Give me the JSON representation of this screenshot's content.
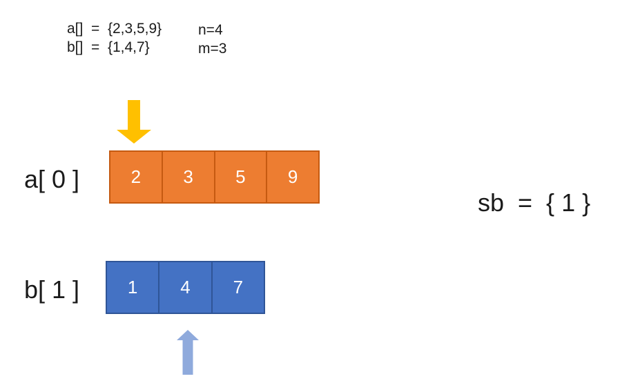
{
  "header": {
    "line1": {
      "decl": "a[]  =  {2,3,5,9}",
      "size": "n=4"
    },
    "line2": {
      "decl": "b[]  =  {1,4,7}",
      "size": "m=3"
    }
  },
  "array_a": {
    "label": "a[ 0 ]",
    "values": [
      "2",
      "3",
      "5",
      "9"
    ],
    "fill_color": "#ED7D31",
    "border_color": "#C55A11",
    "pointer": {
      "direction": "down",
      "color": "#FFC000",
      "points_to_index": 0
    }
  },
  "array_b": {
    "label": "b[ 1 ]",
    "values": [
      "1",
      "4",
      "7"
    ],
    "fill_color": "#4472C4",
    "border_color": "#2F5597",
    "pointer": {
      "direction": "up",
      "color": "#8FAADC",
      "points_to_index": 1
    }
  },
  "result": {
    "text": "sb  =  { 1 }"
  }
}
